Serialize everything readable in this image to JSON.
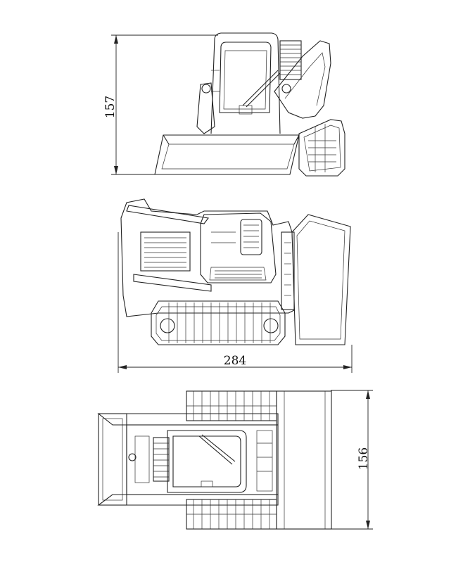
{
  "dimensions": {
    "height": "157",
    "length": "284",
    "width": "156"
  },
  "colors": {
    "line": "#222222",
    "background": "#ffffff"
  }
}
